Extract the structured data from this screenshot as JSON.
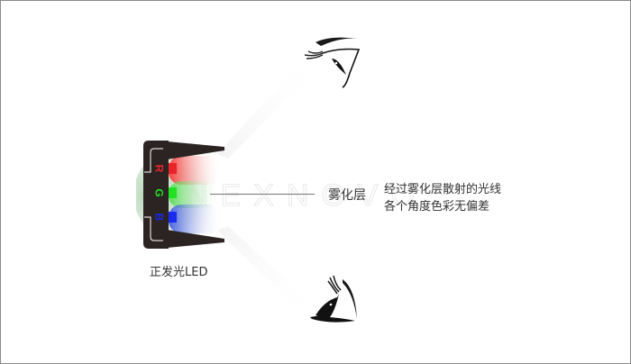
{
  "diagram": {
    "title": "Diffusion layer RGB LED viewing angle illustration",
    "led": {
      "label": "正发光LED",
      "channels": [
        {
          "letter": "R",
          "color": "#e8232a"
        },
        {
          "letter": "G",
          "color": "#22e022"
        },
        {
          "letter": "B",
          "color": "#1a2af0"
        }
      ],
      "body_color": "#2b2422"
    },
    "diffusion_layer": {
      "label": "雾化层"
    },
    "description": {
      "line1": "经过雾化层散射的光线",
      "line2": "各个角度色彩无偏差"
    },
    "watermark": "NEXNOVO",
    "viewers": [
      {
        "name": "top-eye"
      },
      {
        "name": "bottom-eye"
      }
    ],
    "colors": {
      "border": "#8a8a8a",
      "text": "#333333",
      "leader_line": "#777777"
    }
  }
}
